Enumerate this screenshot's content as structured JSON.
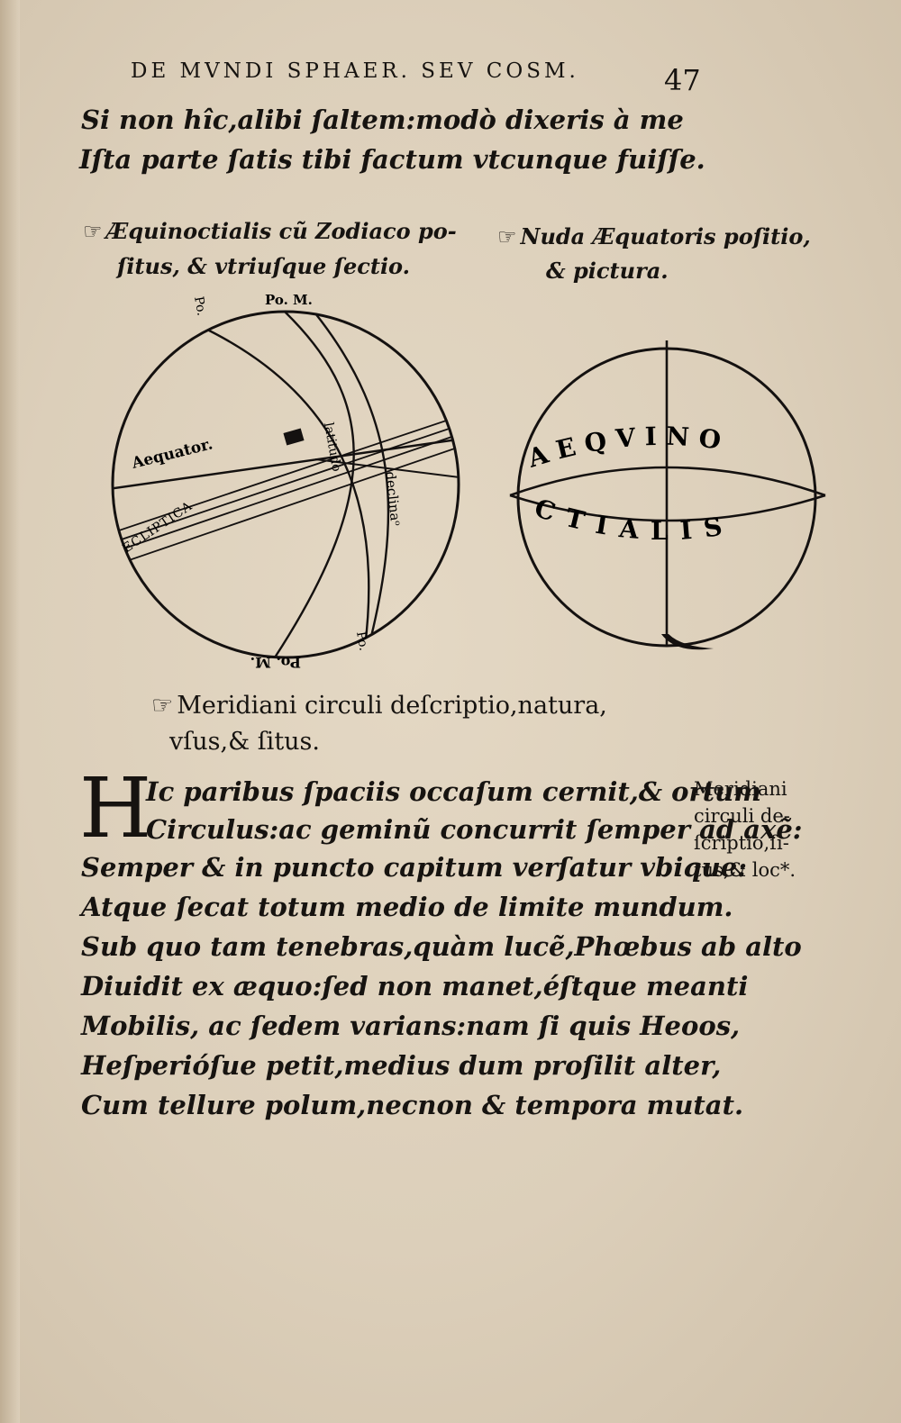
{
  "header": {
    "running_title": "DE MVNDI SPHAER. SEV COSM.",
    "page_number": "47"
  },
  "intro_lines": [
    "Si non hîc,alibi ſaltem:modò dixeris à me",
    "Iſta parte ſatis tibi factum vtcunque fuiſſe."
  ],
  "captions": {
    "left_figure": [
      "Æquinoctialis cũ Zodiaco po-",
      "ſitus, & vtriuſque ſectio."
    ],
    "right_figure": [
      "Nuda Æquatoris poſitio,",
      "& pictura."
    ],
    "meridian_heading": [
      "Meridiani circuli deſcriptio,natura,",
      "vſus,& ſitus."
    ]
  },
  "figure_left_labels": {
    "pole_top_a": "Po.",
    "pole_top_b": "Po. M.",
    "pole_bottom_a": "Po. M.",
    "pole_bottom_b": "Po.",
    "equator": "Aequator.",
    "ecliptic": "ECLIPTICA",
    "latitude": "latitudo",
    "declination": "declinaᵒ"
  },
  "figure_right_labels": {
    "top_arc": "AEQVINO",
    "bottom_arc": "CTIALIS"
  },
  "body": {
    "drop_cap": "H",
    "lines": [
      "Ic paribus ſpaciis occaſum cernit,& ortum",
      "Circulus:ac geminũ concurrit ſemper ad axẽ:",
      "Semper & in puncto capitum verſatur vbique:",
      "Atque ſecat totum medio de limite mundum.",
      "Sub quo tam tenebras,quàm lucẽ,Phœbus ab alto",
      "Diuidit ex æquo:ſed non manet,éſtque meanti",
      "Mobilis, ac ſedem varians:nam ſi quis Heoos,",
      "Heſperióſue petit,medius dum proſilit alter,",
      "Cum tellure polum,necnon & tempora mutat."
    ]
  },
  "margin_note": [
    "Meridiani",
    "circuli de-",
    "ſcriptio,ſi-",
    "tus,& loc*."
  ]
}
